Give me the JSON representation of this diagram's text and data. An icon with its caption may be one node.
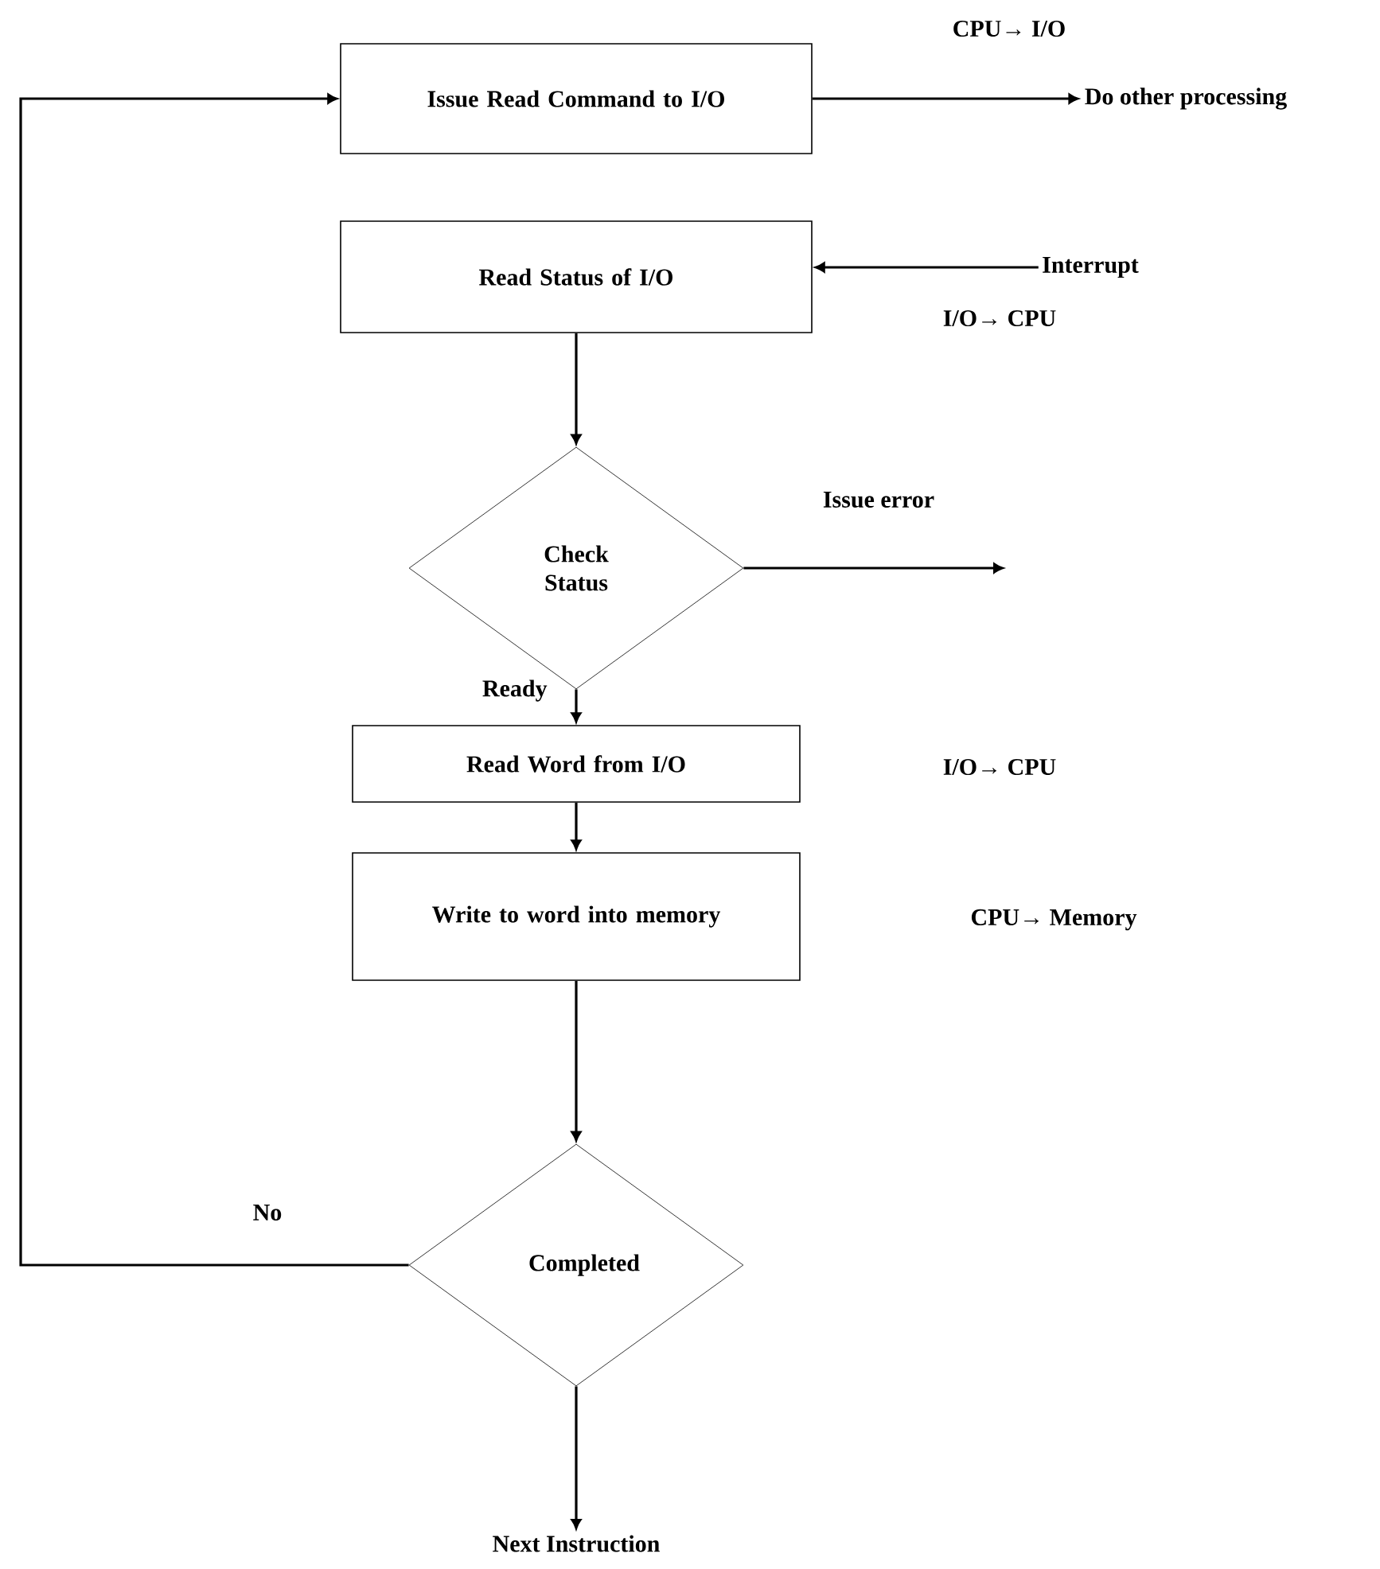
{
  "diagram": {
    "nodes": [
      {
        "text": [
          "Issue Read Command to I/O"
        ]
      },
      {
        "text": [
          "Do other processing"
        ]
      },
      {
        "text": [
          "Interrupt"
        ]
      },
      {
        "text": [
          "Read Status of I/O"
        ]
      },
      {
        "text": [
          "Check Status"
        ]
      },
      {
        "text": [
          "Read Word from I/O"
        ]
      },
      {
        "text": [
          "Write to word into memory"
        ]
      },
      {
        "text": [
          "Completed"
        ]
      },
      {
        "text": [
          "Next Instruction"
        ]
      }
    ],
    "edges": [
      {
        "from": 0,
        "to": 1,
        "arrow": "to"
      },
      {
        "from": 2,
        "to": 3,
        "arrow": "to"
      },
      {
        "from": 3,
        "to": 4,
        "arrow": "to"
      },
      {
        "from": 4,
        "to": null,
        "arrow": "to",
        "label": "Issue error"
      },
      {
        "from": 4,
        "to": 5,
        "arrow": "to",
        "label": "Ready"
      },
      {
        "from": 5,
        "to": 6,
        "arrow": "to"
      },
      {
        "from": 6,
        "to": 7,
        "arrow": "to"
      },
      {
        "from": 7,
        "to": 0,
        "arrow": "to",
        "label": "No"
      },
      {
        "from": 7,
        "to": 8,
        "arrow": "to"
      }
    ],
    "labels": [
      "CPU→ I/O",
      "I/O→ CPU",
      "I/O→ CPU",
      "CPU→ Memory"
    ]
  }
}
